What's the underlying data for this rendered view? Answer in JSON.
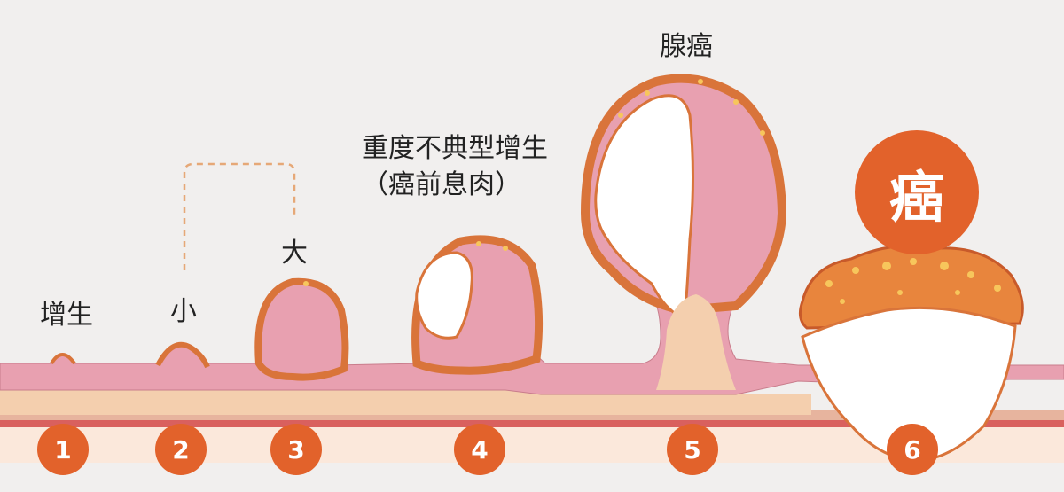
{
  "labels": {
    "stage1": "增生",
    "small": "小",
    "large": "大",
    "stage4_line1": "重度不典型增生",
    "stage4_line2": "（癌前息肉）",
    "stage5": "腺癌",
    "cancer_badge": "癌"
  },
  "steps": [
    "1",
    "2",
    "3",
    "4",
    "5",
    "6"
  ],
  "colors": {
    "accent": "#e2622b",
    "mucosa": "#e8a0b0",
    "submucosa": "#f4cfae",
    "crust": "#d9743a",
    "tumor_core": "#ffffff",
    "background": "#f1efee"
  }
}
